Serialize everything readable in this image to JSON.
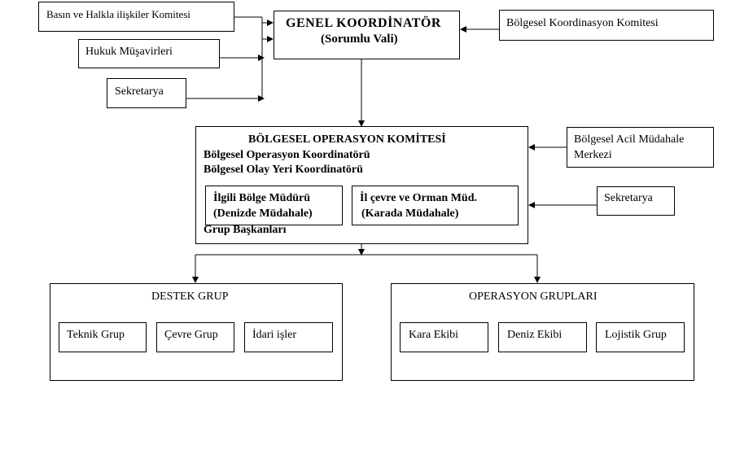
{
  "top_left": {
    "press": "Basın ve Halkla ilişkiler Komitesi",
    "legal": "Hukuk Müşavirleri",
    "secretariat": "Sekretarya"
  },
  "general": {
    "title": "GENEL KOORDİNATÖR",
    "subtitle": "(Sorumlu Vali)"
  },
  "regional_coord": "Bölgesel Koordinasyon Komitesi",
  "operation": {
    "title": "BÖLGESEL OPERASYON KOMİTESİ",
    "line1": "Bölgesel Operasyon Koordinatörü",
    "line2": "Bölgesel Olay Yeri Koordinatörü",
    "left_title": "İlgili Bölge Müdürü",
    "left_sub": "(Denizde Müdahale)",
    "right_title": "İl çevre ve Orman Müd.",
    "right_sub": "(Karada Müdahale)",
    "footer": "Grup Başkanları"
  },
  "emergency": {
    "line1": "Bölgesel Acil Müdahale",
    "line2": "Merkezi"
  },
  "right_secretariat": "Sekretarya",
  "support": {
    "title": "DESTEK GRUP",
    "items": [
      "Teknik Grup",
      "Çevre Grup",
      "İdari işler"
    ]
  },
  "ops_groups": {
    "title": "OPERASYON GRUPLARI",
    "items": [
      "Kara Ekibi",
      "Deniz Ekibi",
      "Lojistik Grup"
    ]
  }
}
